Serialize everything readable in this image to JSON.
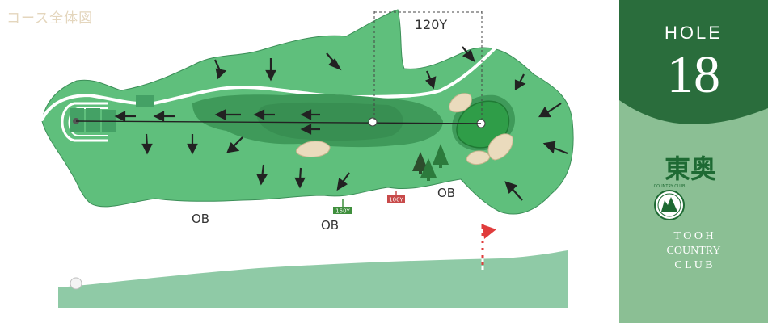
{
  "header": {
    "title": "コース全体図"
  },
  "course": {
    "distance_label": "120Y",
    "ob_labels": [
      "OB",
      "OB",
      "OB"
    ],
    "markers": [
      {
        "label": "150Y",
        "color": "#3f8f3d"
      },
      {
        "label": "100Y",
        "color": "#c84a4a"
      }
    ]
  },
  "sidebar": {
    "hole_label": "HOLE",
    "hole_number": "18",
    "club_logo_text": "東奥",
    "club_logo_small": "COUNTRY CLUB",
    "club_name_lines": [
      "T O O H",
      "COUNTRY",
      "C L U B"
    ]
  },
  "colors": {
    "rough": "#5fbf7c",
    "fairway": "#3f9a5a",
    "green": "#2f9d48",
    "bunker": "#eadbbd",
    "sidebar_dark": "#2a6d3c",
    "sidebar_light": "#8bbf94",
    "elevation": "#8fcaa6",
    "flag": "#e03c3c"
  }
}
